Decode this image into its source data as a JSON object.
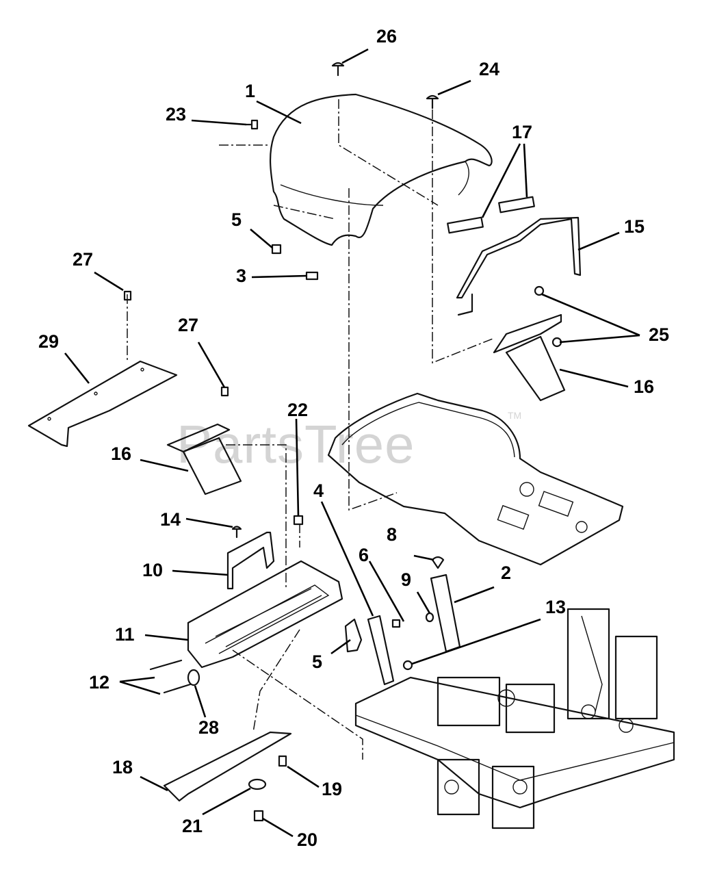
{
  "watermark": {
    "text": "PartsTree",
    "trademark": "TM"
  },
  "callouts": {
    "c1": "1",
    "c2": "2",
    "c3": "3",
    "c4": "4",
    "c5a": "5",
    "c5b": "5",
    "c6": "6",
    "c8": "8",
    "c9": "9",
    "c10": "10",
    "c11": "11",
    "c12": "12",
    "c13": "13",
    "c14": "14",
    "c15": "15",
    "c16a": "16",
    "c16b": "16",
    "c17": "17",
    "c18": "18",
    "c19": "19",
    "c20": "20",
    "c21": "21",
    "c22": "22",
    "c23": "23",
    "c24": "24",
    "c25": "25",
    "c26": "26",
    "c27a": "27",
    "c27b": "27",
    "c28": "28",
    "c29": "29"
  }
}
